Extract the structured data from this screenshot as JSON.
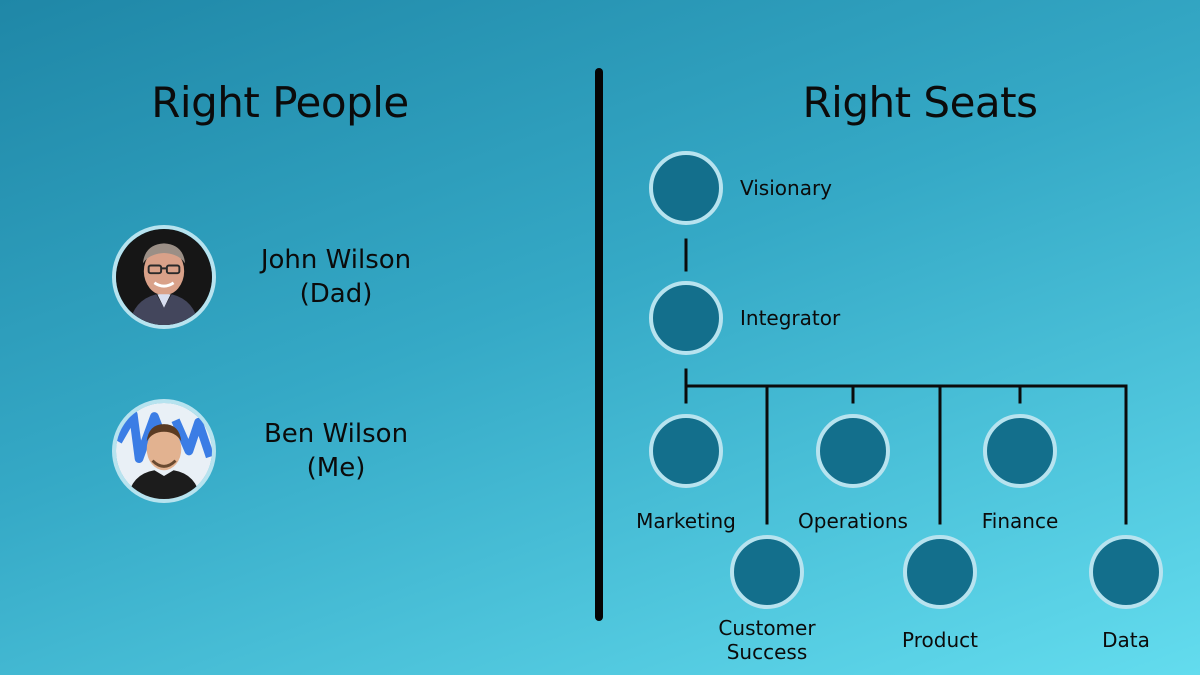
{
  "left_panel": {
    "title": "Right People",
    "people": [
      {
        "name": "John Wilson",
        "relation": "(Dad)"
      },
      {
        "name": "Ben Wilson",
        "relation": "(Me)"
      }
    ]
  },
  "right_panel": {
    "title": "Right Seats",
    "seats": {
      "visionary": "Visionary",
      "integrator": "Integrator",
      "marketing": "Marketing",
      "customer_success_line1": "Customer",
      "customer_success_line2": "Success",
      "operations": "Operations",
      "product": "Product",
      "finance": "Finance",
      "data": "Data"
    }
  },
  "colors": {
    "node_fill": "#136f8c",
    "node_ring": "#b7e3ef",
    "line": "#0b0b0b"
  }
}
